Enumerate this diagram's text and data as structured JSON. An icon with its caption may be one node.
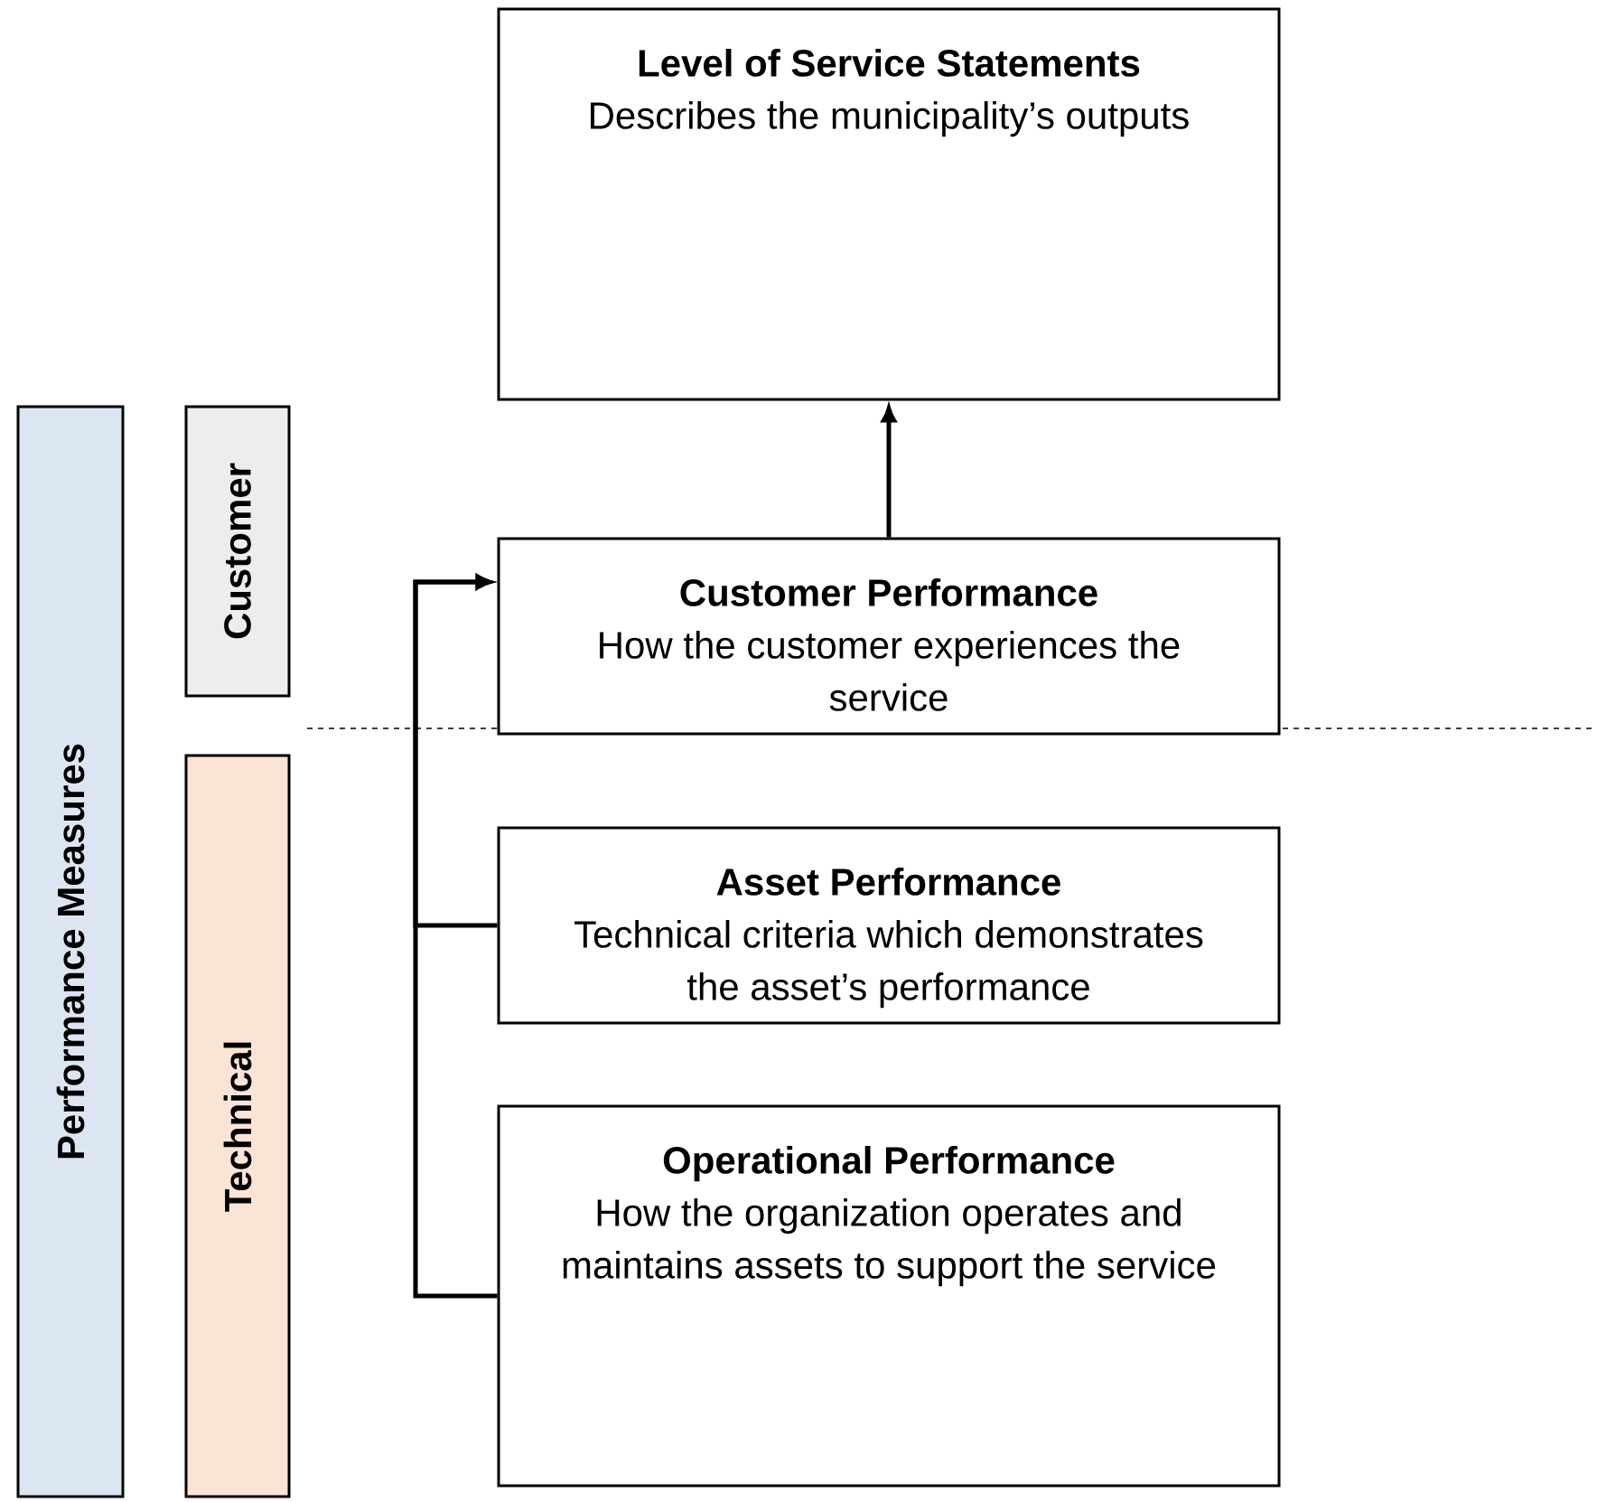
{
  "diagram": {
    "nodes": [
      {
        "text": [
          "Performance Measures"
        ]
      },
      {
        "text": [
          "Customer"
        ]
      },
      {
        "text": [
          "Technical"
        ]
      },
      {
        "text": [
          "Level of Service Statements",
          "Describes the municipality’s outputs"
        ]
      },
      {
        "text": [
          "Customer Performance",
          "How the customer experiences the service"
        ]
      },
      {
        "text": [
          "Asset Performance",
          "Technical criteria which demonstrates the asset’s performance"
        ]
      },
      {
        "text": [
          "Operational Performance",
          "How the organization operates and maintains assets to support the service"
        ]
      }
    ],
    "edges": [
      {
        "from": 4,
        "to": 3,
        "arrow": "to"
      },
      {
        "from": 5,
        "to": 4,
        "arrow": "to"
      },
      {
        "from": 6,
        "to": 4,
        "arrow": "to"
      }
    ]
  }
}
